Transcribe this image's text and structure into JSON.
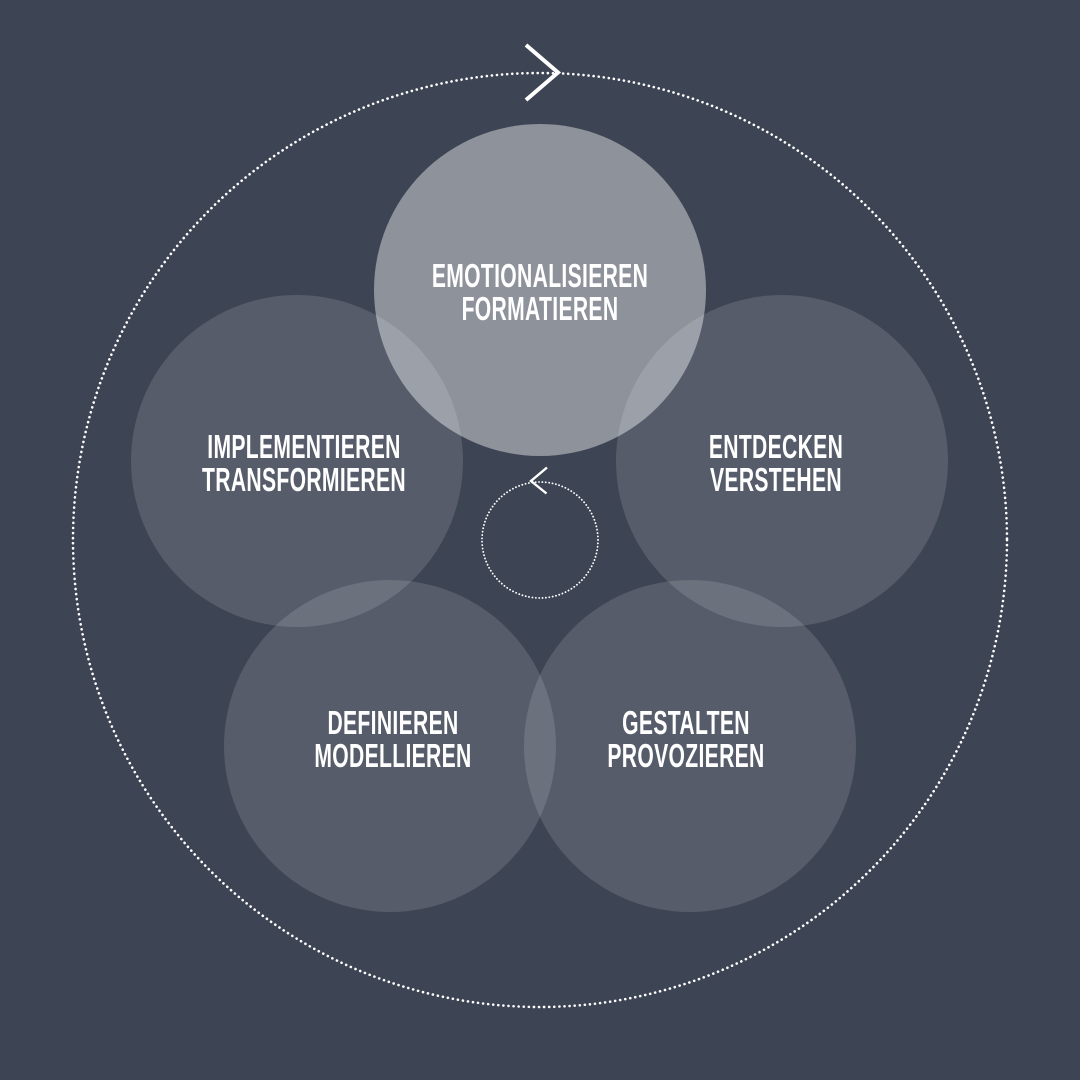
{
  "canvas": {
    "background_color": "#3d4454",
    "text_color": "#ffffff",
    "dot_color": "#ffffff",
    "dim_circle_fill": "rgba(255,255,255,0.13)",
    "highlight_circle_fill": "rgba(255,255,255,0.42)"
  },
  "diagram": {
    "type": "process-cycle",
    "outer_ring": {
      "style": "dotted-circle",
      "direction": "clockwise",
      "arrow_icon": "chevron-right-icon"
    },
    "inner_ring": {
      "style": "dotted-circle",
      "direction": "counter-clockwise",
      "arrow_icon": "chevron-left-icon"
    },
    "phases": [
      {
        "id": "emotionalisieren-formatieren",
        "position": "top",
        "highlighted": true,
        "line1": "EMOTIONALISIEREN",
        "line2": "FORMATIEREN"
      },
      {
        "id": "entdecken-verstehen",
        "position": "right",
        "highlighted": false,
        "line1": "ENTDECKEN",
        "line2": "VERSTEHEN"
      },
      {
        "id": "implementieren-transformieren",
        "position": "left",
        "highlighted": false,
        "line1": "IMPLEMENTIEREN",
        "line2": "TRANSFORMIEREN"
      },
      {
        "id": "definieren-modellieren",
        "position": "bottom-left",
        "highlighted": false,
        "line1": "DEFINIEREN",
        "line2": "MODELLIEREN"
      },
      {
        "id": "gestalten-provozieren",
        "position": "bottom-right",
        "highlighted": false,
        "line1": "GESTALTEN",
        "line2": "PROVOZIEREN"
      }
    ]
  }
}
